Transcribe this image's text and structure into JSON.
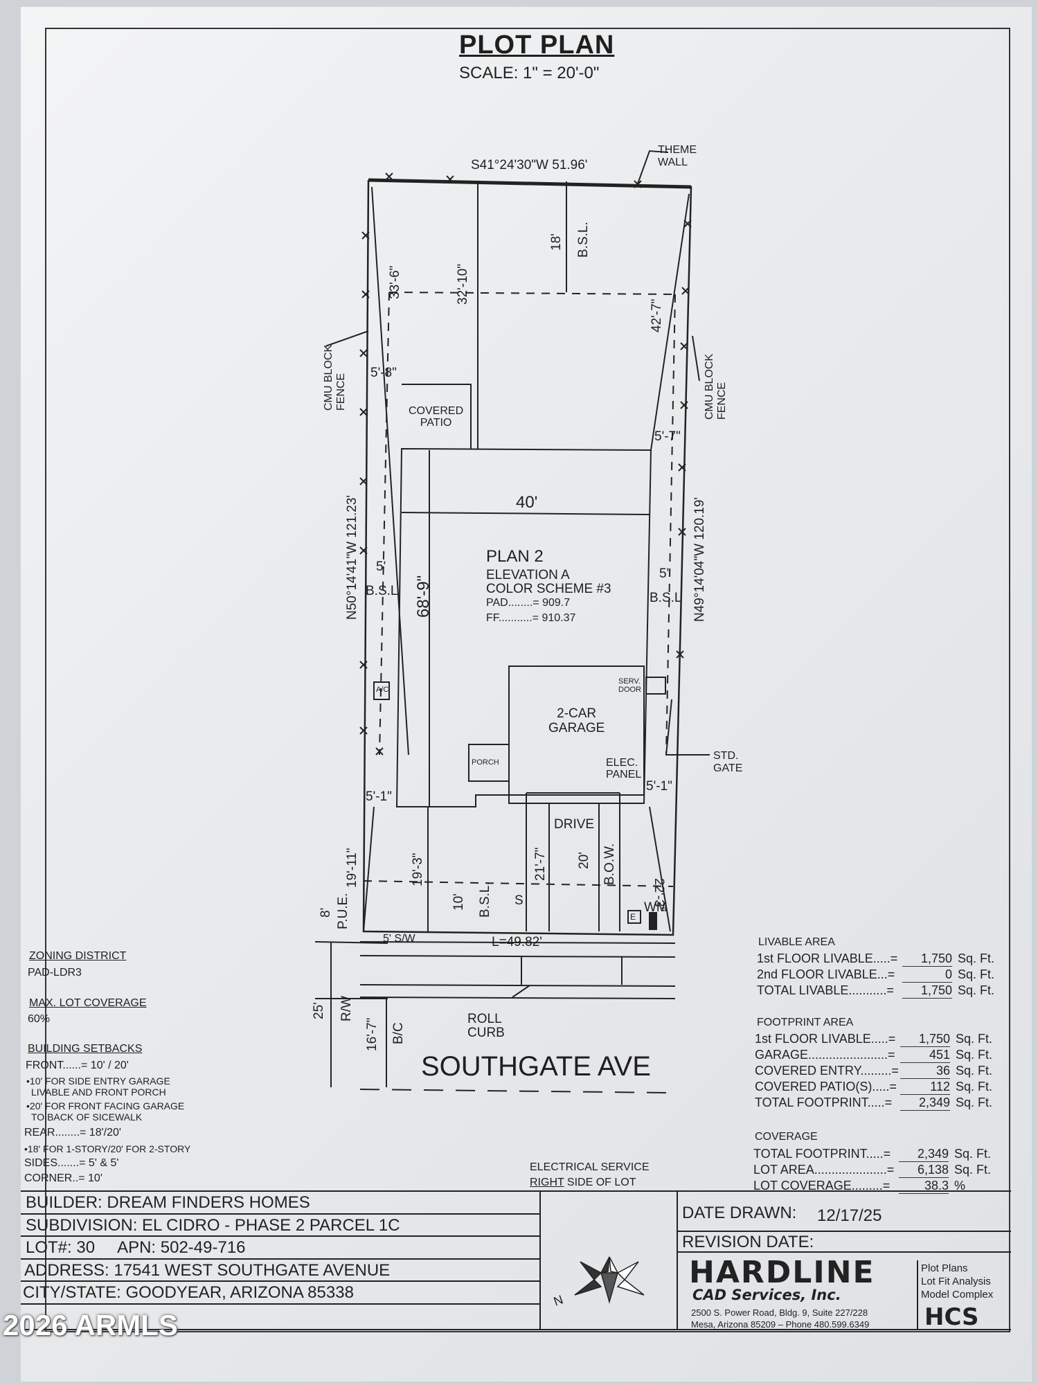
{
  "header": {
    "title": "PLOT PLAN",
    "scale": "SCALE: 1\" = 20'-0\""
  },
  "lot": {
    "rear_bearing": "S41°24'30\"W 51.96'",
    "theme_wall": "THEME\nWALL",
    "left_bearing": "N50°14'41\"W 121.23'",
    "right_bearing": "N49°14'04\"W 120.19'",
    "front_arc": "L=49.82'",
    "cmu_left": "CMU BLOCK\nFENCE",
    "cmu_right": "CMU BLOCK\nFENCE",
    "dims": {
      "d_33_6": "33'-6\"",
      "d_32_10": "32'-10\"",
      "d_18": "18'",
      "bsl": "B.S.L.",
      "d_42_7": "42'-7\"",
      "d_5_8": "5'-8\"",
      "d_5_7": "5'-7\"",
      "d_40": "40'",
      "d_5_left": "5'",
      "d_5_right": "5'",
      "bsl_left": "B.S.L",
      "bsl_right": "B.S.L",
      "d_68_9": "68'-9\"",
      "d_5_1_left": "5'-1\"",
      "d_5_1_right": "5'-1\"",
      "d_19_11": "19'-11\"",
      "d_19_3": "19'-3\"",
      "d_21_7": "21'-7\"",
      "d_20": "20'",
      "bow": "B.O.W.",
      "d_22_3": "22'-3\"",
      "d_10": "10'",
      "bsl_front": "B.S.L.",
      "s": "S",
      "d_8": "8'",
      "pue": "P.U.E.",
      "d_25": "25'",
      "rw": "R/W",
      "d_16_7": "16'-7\"",
      "bc": "B/C"
    },
    "labels": {
      "covered_patio": "COVERED\nPATIO",
      "plan": "PLAN 2",
      "elevation": "ELEVATION A",
      "color_scheme": "COLOR SCHEME #3",
      "pad": "PAD........= 909.7",
      "ff": "FF...........= 910.37",
      "ac": "A/C",
      "serv_door": "SERV.\nDOOR",
      "garage": "2-CAR\nGARAGE",
      "porch": "PORCH",
      "elec_panel": "ELEC.\nPANEL",
      "std_gate": "STD.\nGATE",
      "drive": "DRIVE",
      "sidewalk": "5' S/W",
      "wm": "WM",
      "e": "E",
      "roll_curb": "ROLL\nCURB",
      "street": "SOUTHGATE AVE"
    }
  },
  "zoning": {
    "district_h": "ZONING DISTRICT",
    "district": "PAD-LDR3",
    "coverage_h": "MAX. LOT COVERAGE",
    "coverage": "60%",
    "setbacks_h": "BUILDING SETBACKS",
    "front": "FRONT......= 10' / 20'",
    "front_n1": "•10' FOR SIDE ENTRY GARAGE",
    "front_n2": "LIVABLE AND FRONT PORCH",
    "front_n3": "•20' FOR FRONT FACING GARAGE",
    "front_n4": "TO BACK OF SICEWALK",
    "rear": "REAR........= 18'/20'",
    "rear_n": "•18' FOR 1-STORY/20' FOR 2-STORY",
    "sides": "SIDES.......= 5' & 5'",
    "corner": "CORNER..= 10'"
  },
  "electrical": {
    "line1": "ELECTRICAL SERVICE",
    "right": "RIGHT",
    "line2": " SIDE OF LOT"
  },
  "areas": {
    "livable_h": "LIVABLE AREA",
    "livable": [
      {
        "label": "1st FLOOR LIVABLE.....=",
        "value": "1,750",
        "unit": "Sq. Ft."
      },
      {
        "label": "2nd FLOOR LIVABLE...=",
        "value": "0",
        "unit": "Sq. Ft."
      },
      {
        "label": "TOTAL LIVABLE...........=",
        "value": "1,750",
        "unit": "Sq. Ft."
      }
    ],
    "footprint_h": "FOOTPRINT AREA",
    "footprint": [
      {
        "label": "1st FLOOR LIVABLE.....=",
        "value": "1,750",
        "unit": "Sq. Ft."
      },
      {
        "label": "GARAGE.......................=",
        "value": "451",
        "unit": "Sq. Ft."
      },
      {
        "label": "COVERED ENTRY.........=",
        "value": "36",
        "unit": "Sq. Ft."
      },
      {
        "label": "COVERED PATIO(S).....=",
        "value": "112",
        "unit": "Sq. Ft."
      },
      {
        "label": "TOTAL FOOTPRINT.....=",
        "value": "2,349",
        "unit": "Sq. Ft."
      }
    ],
    "coverage_h": "COVERAGE",
    "coverage": [
      {
        "label": "TOTAL FOOTPRINT.....=",
        "value": "2,349",
        "unit": "Sq. Ft."
      },
      {
        "label": "LOT AREA.....................=",
        "value": "6,138",
        "unit": "Sq. Ft."
      },
      {
        "label": "LOT COVERAGE.........=",
        "value": "38.3",
        "unit": "%"
      }
    ]
  },
  "title_block": {
    "builder": "BUILDER: DREAM FINDERS HOMES",
    "subdivision": "SUBDIVISION: EL CIDRO - PHASE 2 PARCEL 1C",
    "lot": "LOT#: 30     APN: 502-49-716",
    "address": "ADDRESS: 17541 WEST SOUTHGATE AVENUE",
    "city": "CITY/STATE: GOODYEAR, ARIZONA 85338",
    "date_drawn_label": "DATE DRAWN:",
    "date_drawn": "12/17/25",
    "revision_label": "REVISION DATE:",
    "company": "HARDLINE",
    "company_sub": "CAD Services, Inc.",
    "services": [
      "Plot Plans",
      "Lot Fit Analysis",
      "Model Complex"
    ],
    "address1": "2500 S. Power Road,  Bldg. 9, Suite 227/228",
    "address2": "Mesa, Arizona 85209 – Phone 480.599.6349",
    "hcs": "HCS",
    "north": "N"
  },
  "watermark": "2026 ARMLS"
}
